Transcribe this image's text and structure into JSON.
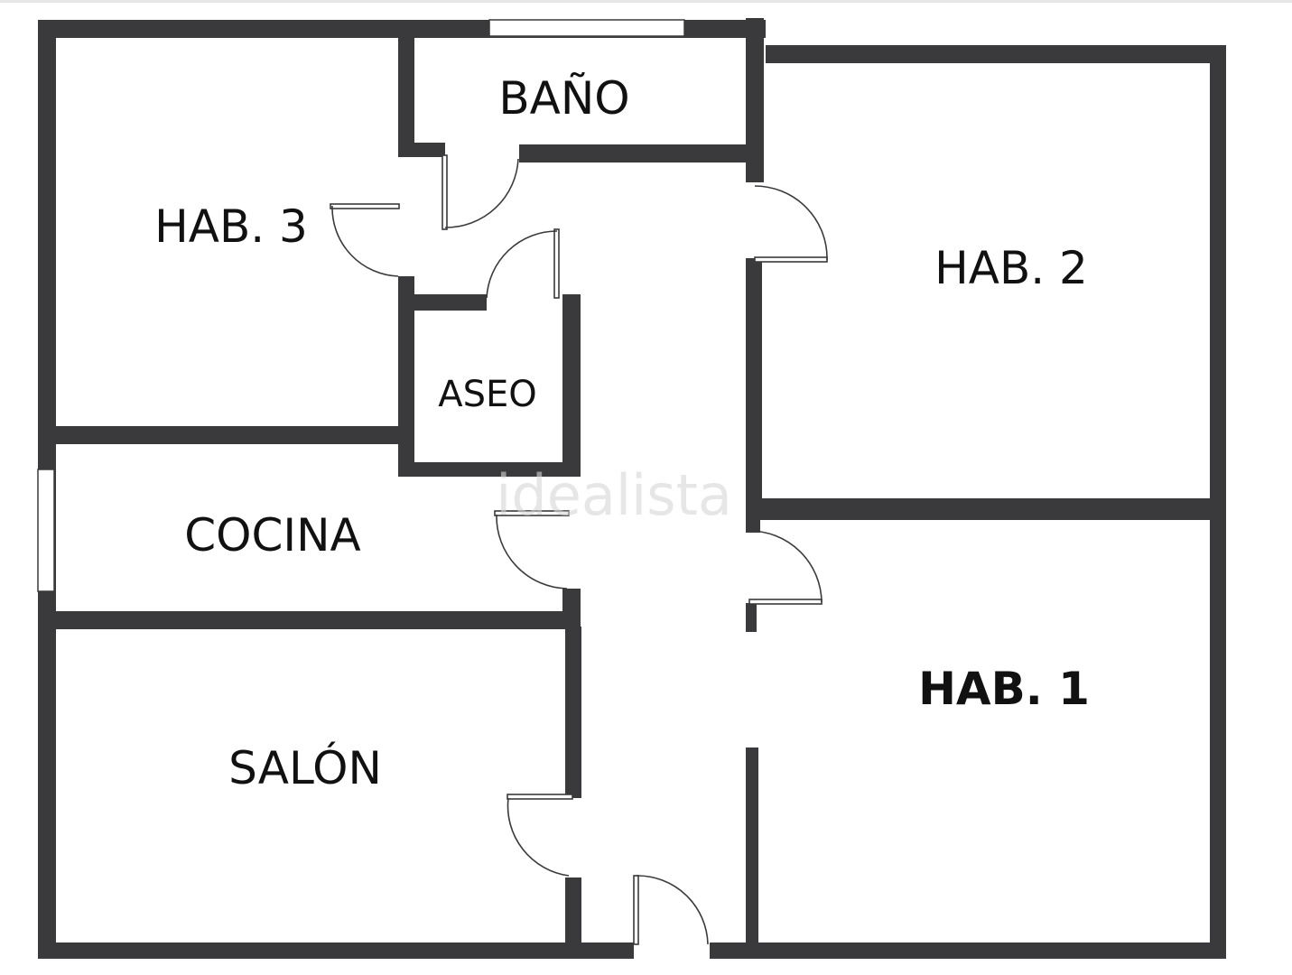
{
  "plan": {
    "rooms": {
      "bano": "BAÑO",
      "hab3": "HAB. 3",
      "hab2": "HAB. 2",
      "aseo": "ASEO",
      "cocina": "COCINA",
      "salon": "SALÓN",
      "hab1": "HAB. 1"
    },
    "watermark": "idealista",
    "colors": {
      "wall": "#3a3a3c",
      "background": "#ffffff",
      "watermark": "#d6d6d6"
    }
  }
}
